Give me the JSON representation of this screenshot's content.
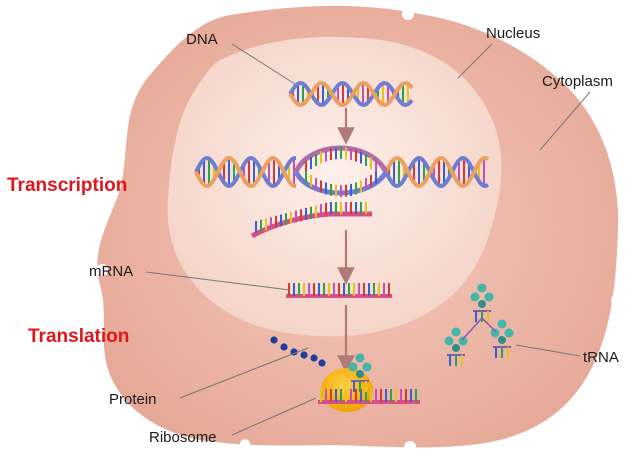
{
  "colors": {
    "cytoplasm": "#ecb6a5",
    "nucleus": "#f8e2d9",
    "process_text": "#e0161c",
    "label_text": "#1a1a1a",
    "leader_line": "#777777",
    "arrow": "#b07a78",
    "ribosome": "#f6b41a",
    "backbone_pink": "#d84f86",
    "backbone_blue": "#6f7ed0",
    "protein_beads": "#1e3f9c",
    "trna_body": "#46b5a9",
    "base_colors": [
      "#d23a3a",
      "#3b5fd0",
      "#2fa04c",
      "#e8c21c",
      "#c64fb7"
    ]
  },
  "labels": {
    "dna": "DNA",
    "nucleus": "Nucleus",
    "cytoplasm": "Cytoplasm",
    "mrna": "mRNA",
    "protein": "Protein",
    "ribosome": "Ribosome",
    "trna": "tRNA"
  },
  "processes": {
    "transcription": "Transcription",
    "translation": "Translation"
  },
  "icons": [
    "dna-helix",
    "unwound-dna-bubble",
    "mrna-strand",
    "ribosome",
    "trna-molecule",
    "protein-chain",
    "flow-arrow"
  ]
}
